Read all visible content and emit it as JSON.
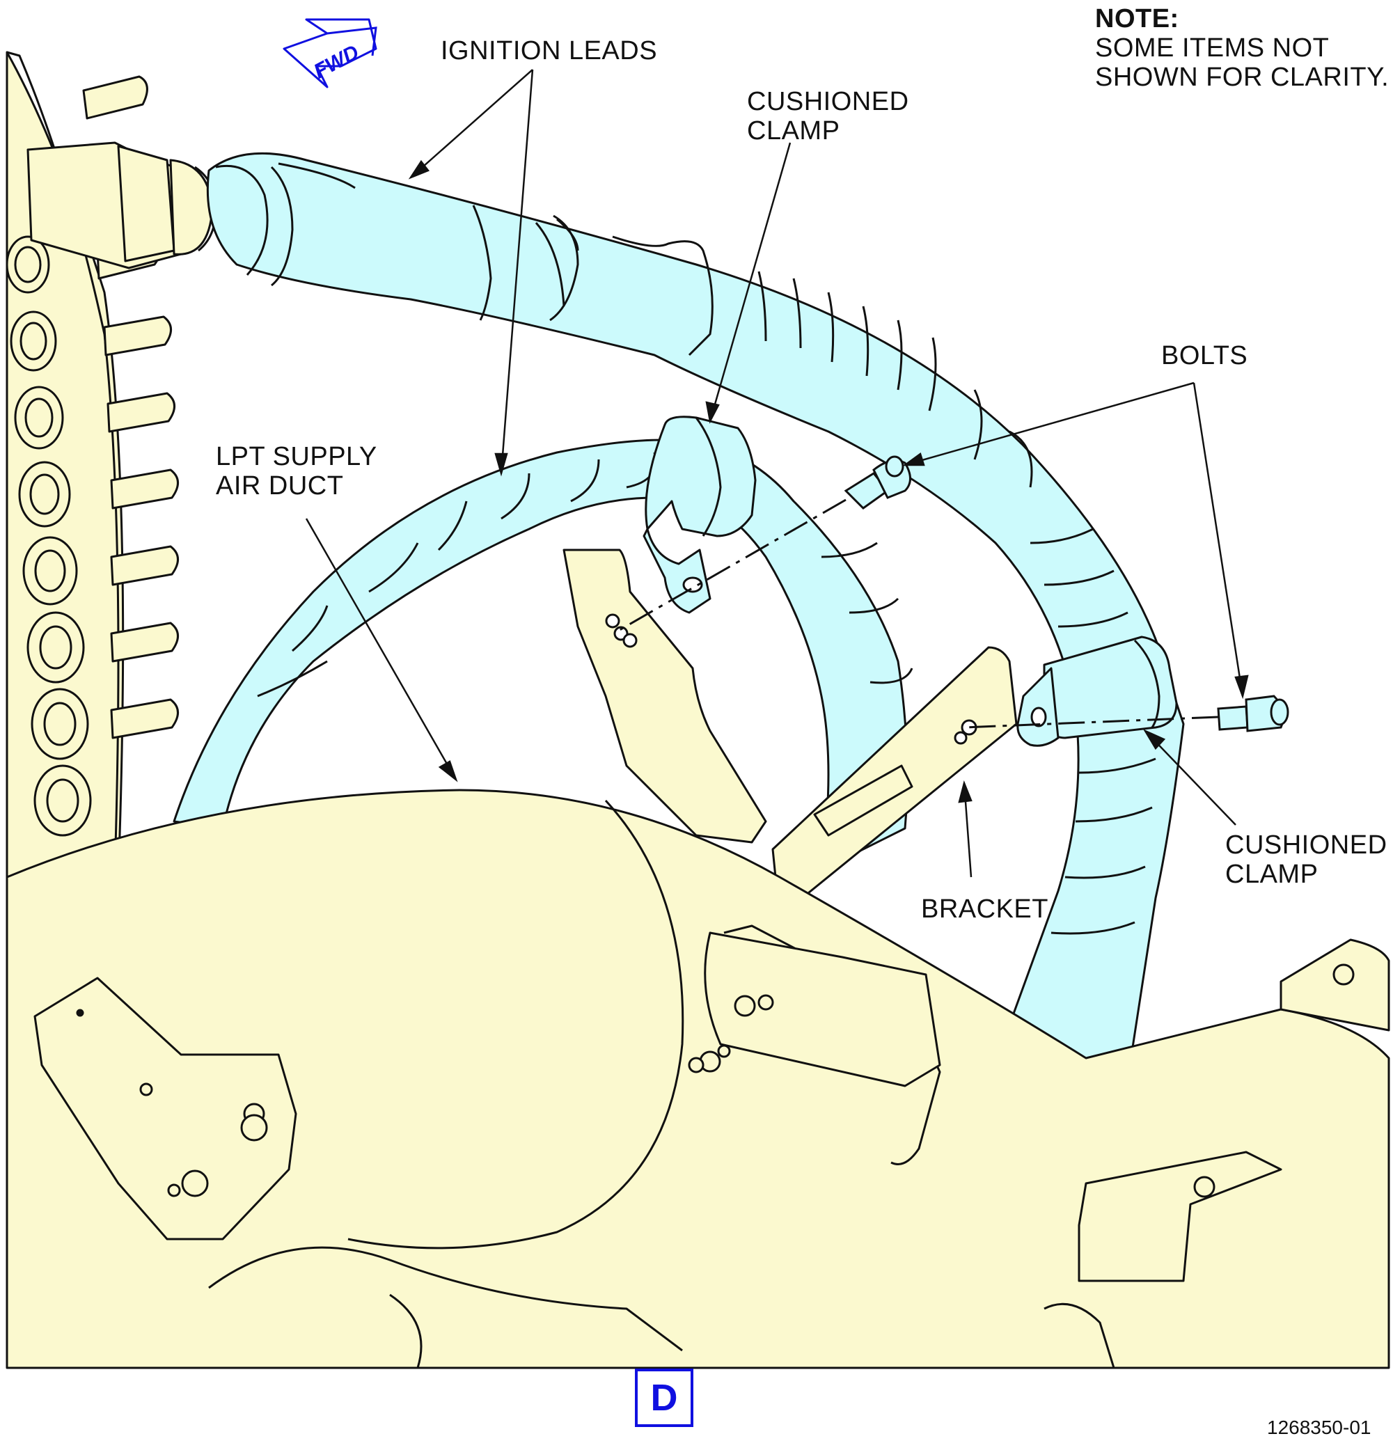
{
  "labels": {
    "ignition_leads": "IGNITION LEADS",
    "cushioned_clamp_top": "CUSHIONED\nCLAMP",
    "bolts": "BOLTS",
    "lpt_supply_air_duct": "LPT SUPPLY\nAIR DUCT",
    "cushioned_clamp_right": "CUSHIONED\nCLAMP",
    "bracket": "BRACKET"
  },
  "note": {
    "title": "NOTE:",
    "line1": "SOME ITEMS NOT",
    "line2": "SHOWN FOR CLARITY."
  },
  "direction_arrow": {
    "text": "FWD",
    "icon": "forward-direction-arrow-icon"
  },
  "view_label": "D",
  "figure_number": "1268350-01",
  "colors": {
    "lead_fill": "#ccfafc",
    "structure_fill": "#fbf9cf",
    "linework": "#111111",
    "accent_blue": "#1010e0"
  }
}
